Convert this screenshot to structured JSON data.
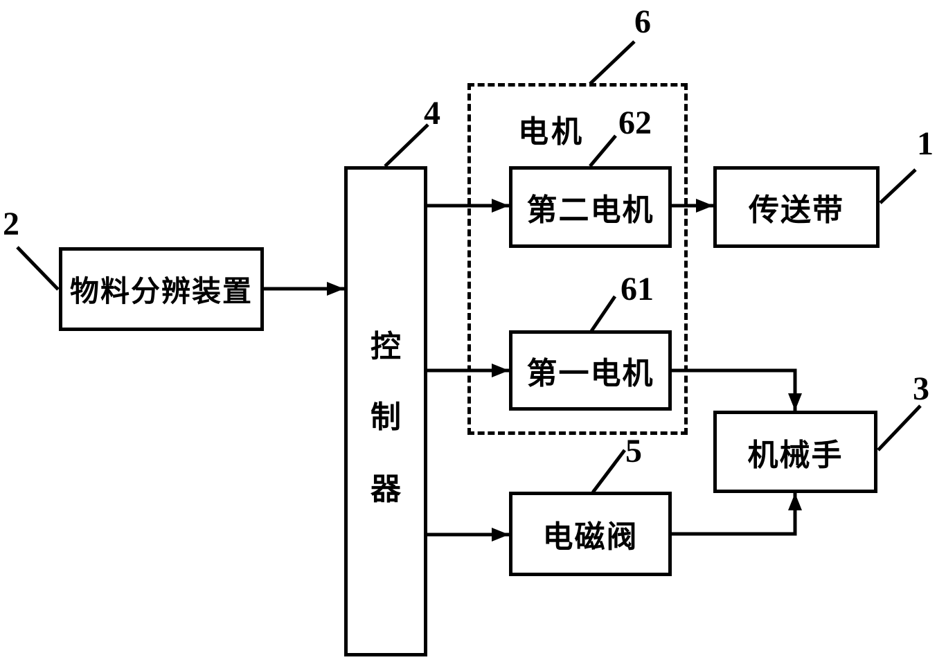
{
  "diagram": {
    "figure_type": "block-diagram",
    "boxes": {
      "material": {
        "label": "物料分辨装置",
        "ref": "2"
      },
      "controller": {
        "label": "控制器",
        "chars": [
          "控",
          "制",
          "器"
        ],
        "ref": "4"
      },
      "second_motor": {
        "label": "第二电机",
        "ref": "62"
      },
      "conveyor": {
        "label": "传送带",
        "ref": "1"
      },
      "first_motor": {
        "label": "第一电机",
        "ref": "61"
      },
      "manipulator": {
        "label": "机械手",
        "ref": "3"
      },
      "valve": {
        "label": "电磁阀",
        "ref": "5"
      }
    },
    "group": {
      "label": "电机",
      "ref": "6",
      "style": "dashed",
      "contains": [
        "second_motor",
        "first_motor"
      ]
    },
    "refs": {
      "r1": "1",
      "r2": "2",
      "r3": "3",
      "r4": "4",
      "r5": "5",
      "r6": "6",
      "r61": "61",
      "r62": "62"
    },
    "connections": [
      {
        "from": "material",
        "to": "controller",
        "arrow": "to"
      },
      {
        "from": "controller",
        "to": "second_motor",
        "arrow": "to"
      },
      {
        "from": "second_motor",
        "to": "conveyor",
        "arrow": "to"
      },
      {
        "from": "controller",
        "to": "first_motor",
        "arrow": "to"
      },
      {
        "from": "first_motor",
        "to": "manipulator",
        "arrow": "to"
      },
      {
        "from": "controller",
        "to": "valve",
        "arrow": "to"
      },
      {
        "from": "valve",
        "to": "manipulator",
        "arrow": "to"
      }
    ],
    "colors": {
      "line": "#000000",
      "background": "#ffffff"
    }
  }
}
